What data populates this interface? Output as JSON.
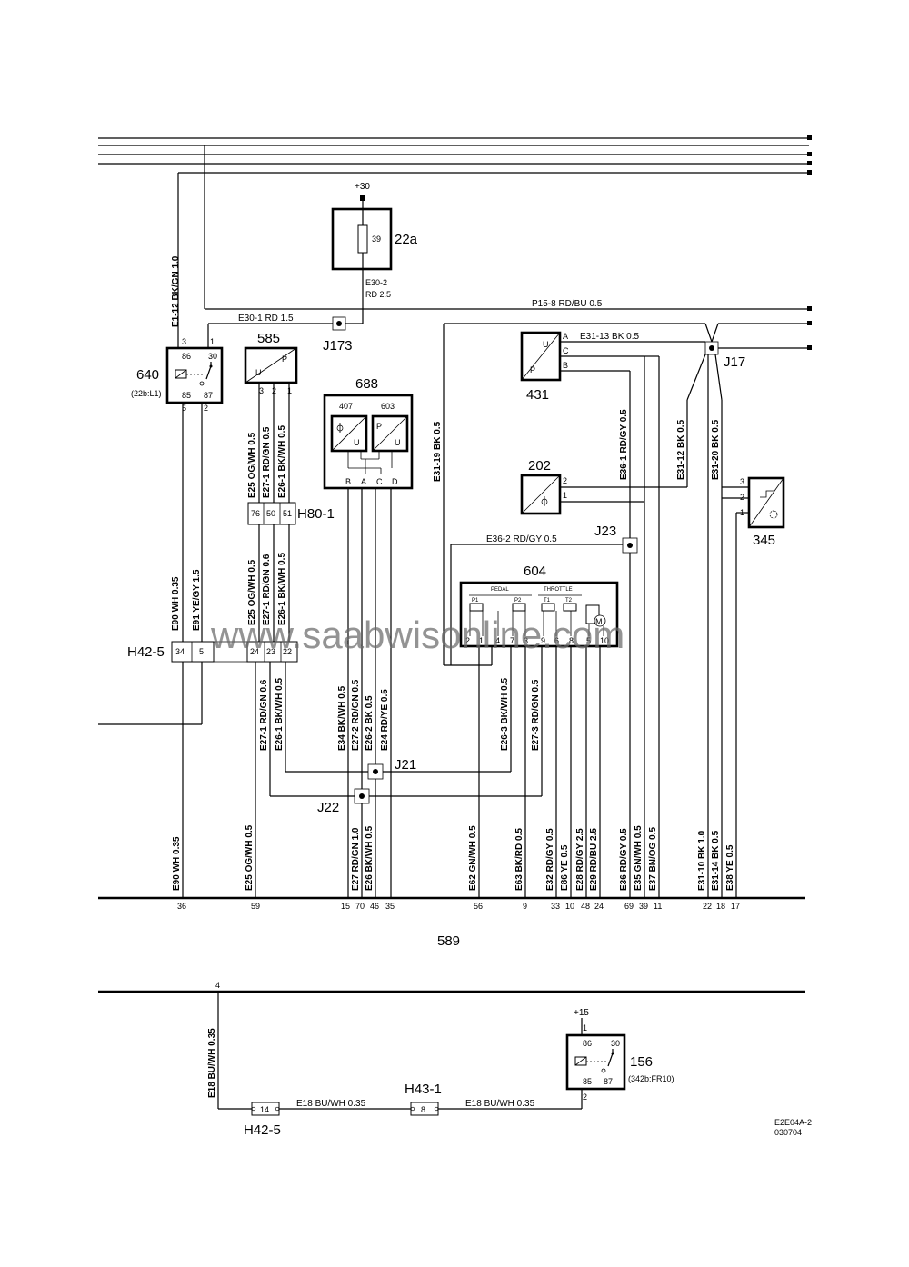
{
  "watermark": "www.saabwisonline.com",
  "diagram_code": "E2E04A-2",
  "diagram_date": "030704",
  "supply": {
    "plus30": "+30",
    "plus15": "+15"
  },
  "bus_labels": {
    "main": "589"
  },
  "components": {
    "c22a": {
      "ref": "22a",
      "fuse": "39"
    },
    "c640": {
      "ref": "640",
      "note": "(22b:L1)",
      "p86": "86",
      "p30": "30",
      "p85": "85",
      "p87": "87",
      "t3": "3",
      "t1": "1",
      "t5": "5",
      "t2": "2"
    },
    "c585": {
      "ref": "585",
      "u": "U",
      "p": "P",
      "t3": "3",
      "t2": "2",
      "t1": "1"
    },
    "c688": {
      "ref": "688",
      "s407": "407",
      "s603": "603",
      "u1": "U",
      "p2": "P",
      "u2": "U",
      "pb": "B",
      "pa": "A",
      "pc": "C",
      "pd": "D"
    },
    "c431": {
      "ref": "431",
      "u": "U",
      "p": "P",
      "pa": "A",
      "pc": "C",
      "pb": "B"
    },
    "c202": {
      "ref": "202",
      "t2": "2",
      "t1": "1"
    },
    "c345": {
      "ref": "345",
      "t3": "3",
      "t2": "2",
      "t1": "1"
    },
    "c604": {
      "ref": "604",
      "pedal": "PEDAL",
      "throttle": "THROTTLE",
      "p1": "P1",
      "p2": "P2",
      "t1": "T1",
      "t2": "T2",
      "motor": "M",
      "pins": [
        "2",
        "1",
        "4",
        "7",
        "3",
        "9",
        "6",
        "8",
        "5",
        "10"
      ]
    },
    "c156": {
      "ref": "156",
      "note": "(342b:FR10)",
      "p86": "86",
      "p30": "30",
      "p85": "85",
      "p87": "87",
      "t1": "1",
      "t2": "2"
    }
  },
  "connectors": {
    "h80": {
      "ref": "H80-1",
      "pins": [
        "76",
        "50",
        "51"
      ]
    },
    "h42": {
      "ref": "H42-5",
      "pins": [
        "34",
        "5",
        "24",
        "23",
        "22"
      ]
    },
    "h42b": {
      "ref": "H42-5",
      "pin": "14"
    },
    "h43": {
      "ref": "H43-1",
      "pin": "8"
    }
  },
  "junctions": {
    "j173": "J173",
    "j17": "J17",
    "j23": "J23",
    "j21": "J21",
    "j22": "J22"
  },
  "wires": {
    "e30_2a": "E30-2",
    "e30_2b": "RD  2.5",
    "e30_1": "E30-1   RD   1.5",
    "p15_8": "P15-8  RD/BU  0.5",
    "e31_13": "E31-13  BK      0.5",
    "e36_2": "E36-2  RD/GY  0.5",
    "e18_a": "E18  BU/WH  0.35",
    "e18_b": "E18  BU/WH  0.35"
  },
  "vlabels": {
    "e1_12": "E1-12 BK/GN 1.0",
    "e25a": "E25  OG/WH 0.5",
    "e27_1a": "E27-1  RD/GN 0.5",
    "e26_1a": "E26-1  BK/WH 0.5",
    "e31_19": "E31-19 BK  0.5",
    "e36_1": "E36-1  RD/GY 0.5",
    "e31_12": "E31-12  BK  0.5",
    "e31_20": "E31-20  BK  0.5",
    "e90a": "E90  WH  0.35",
    "e91": "E91  YE/GY  1.5",
    "e25b": "E25  OG/WH 0.5",
    "e27_1b": "E27-1  RD/GN 0.6",
    "e26_1b": "E26-1  BK/WH 0.5",
    "e27_1c": "E27-1  RD/GN 0.6",
    "e26_1c": "E26-1  BK/WH 0.5",
    "e34": "E34  BK/WH 0.5",
    "e27_2": "E27-2  RD/GN 0.5",
    "e26_2": "E26-2  BK  0.5",
    "e24": "E24  RD/YE 0.5",
    "e26_3": "E26-3  BK/WH 0.5",
    "e27_3": "E27-3  RD/GN 0.5",
    "b_e90": "E90   WH    0.35",
    "b_e25": "E25  OG/WH 0.5",
    "b_e27": "E27  RD/GN 1.0",
    "b_e26": "E26  BK/WH 0.5",
    "b_e62": "E62  GN/WH 0.5",
    "b_e63": "E63  BK/RD  0.5",
    "b_e32": "E32  RD/GY 0.5",
    "b_e86": "E86  YE  0.5",
    "b_e28": "E28  RD/GY 2.5",
    "b_e29": "E29  RD/BU 2.5",
    "b_e36": "E36  RD/GY 0.5",
    "b_e35": "E35  GN/WH 0.5",
    "b_e37": "E37  BN/OG 0.5",
    "b_e31_10": "E31-10  BK  1.0",
    "b_e31_14": "E31-14  BK  0.5",
    "b_e38": "E38  YE  0.5",
    "e18_v": "E18  BU/WH  0.35"
  },
  "bus_pins": {
    "p36": "36",
    "p59": "59",
    "p15": "15",
    "p70": "70",
    "p46": "46",
    "p35": "35",
    "p56": "56",
    "p9": "9",
    "p33": "33",
    "p10": "10",
    "p48": "48",
    "p24": "24",
    "p69": "69",
    "p39": "39",
    "p11": "11",
    "p22": "22",
    "p18": "18",
    "p17": "17",
    "p4": "4"
  }
}
